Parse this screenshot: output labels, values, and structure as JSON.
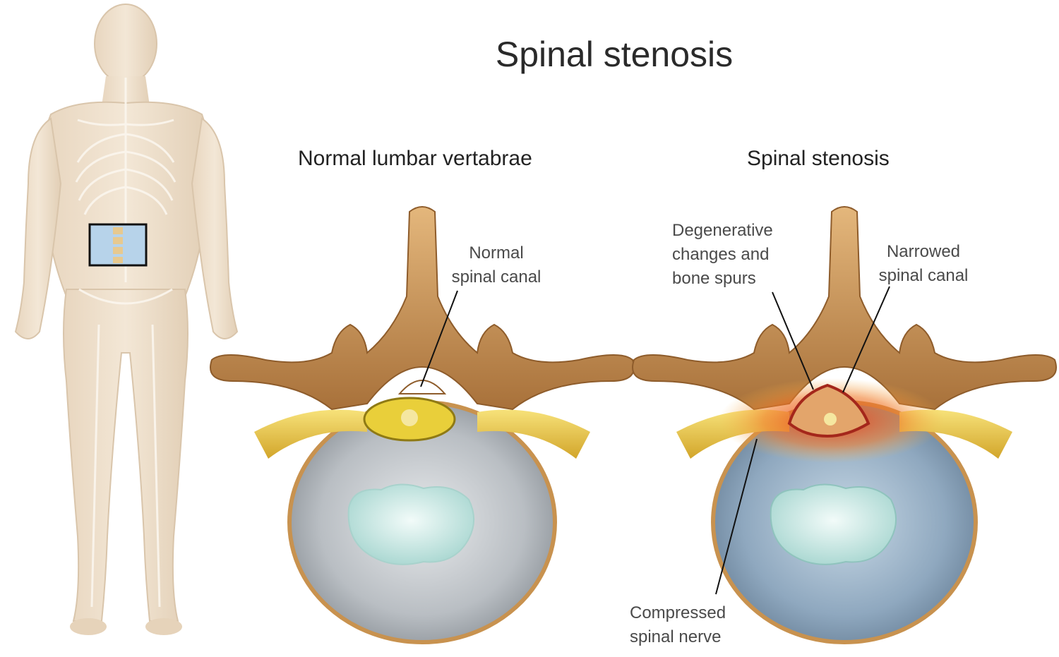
{
  "title": "Spinal stenosis",
  "panels": {
    "normal": {
      "heading": "Normal lumbar vertabrae",
      "callouts": {
        "canal": [
          "Normal",
          "spinal canal"
        ]
      }
    },
    "stenosis": {
      "heading": "Spinal stenosis",
      "callouts": {
        "degenerative": [
          "Degenerative",
          "changes and",
          "bone spurs"
        ],
        "narrowed": [
          "Narrowed",
          "spinal canal"
        ],
        "nerve": [
          "Compressed",
          "spinal nerve"
        ]
      }
    }
  },
  "colors": {
    "bone": "#c9904e",
    "nerve": "#e8c23a",
    "disc_outer": "#9ea3a8",
    "disc_inner": "#cfe8e4",
    "inflammation": "#d63a1f",
    "skin": "#efe0cc"
  }
}
